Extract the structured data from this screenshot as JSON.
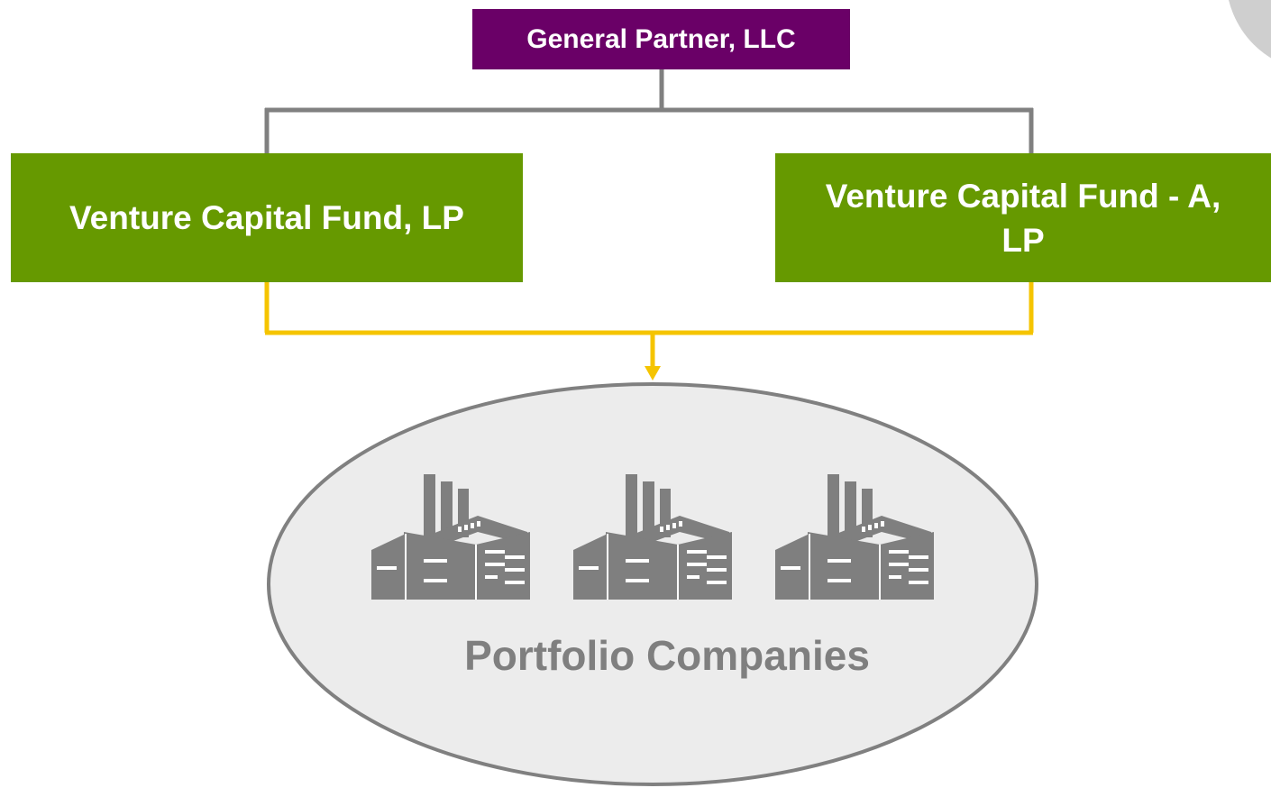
{
  "general_partner": {
    "label": "General Partner, LLC"
  },
  "funds": [
    {
      "label": "Venture Capital Fund, LP"
    },
    {
      "label": "Venture Capital Fund - A, LP"
    }
  ],
  "portfolio": {
    "label": "Portfolio Companies",
    "icons": [
      "factory-icon",
      "factory-icon",
      "factory-icon"
    ]
  },
  "colors": {
    "general_partner_fill": "#6a0067",
    "fund_fill": "#669900",
    "gp_connector": "#808080",
    "fund_connector": "#f5c400",
    "ellipse_fill": "#ececec",
    "ellipse_stroke": "#808080",
    "icon_fill": "#7f7f7f",
    "label_text": "#7f7f7f"
  }
}
